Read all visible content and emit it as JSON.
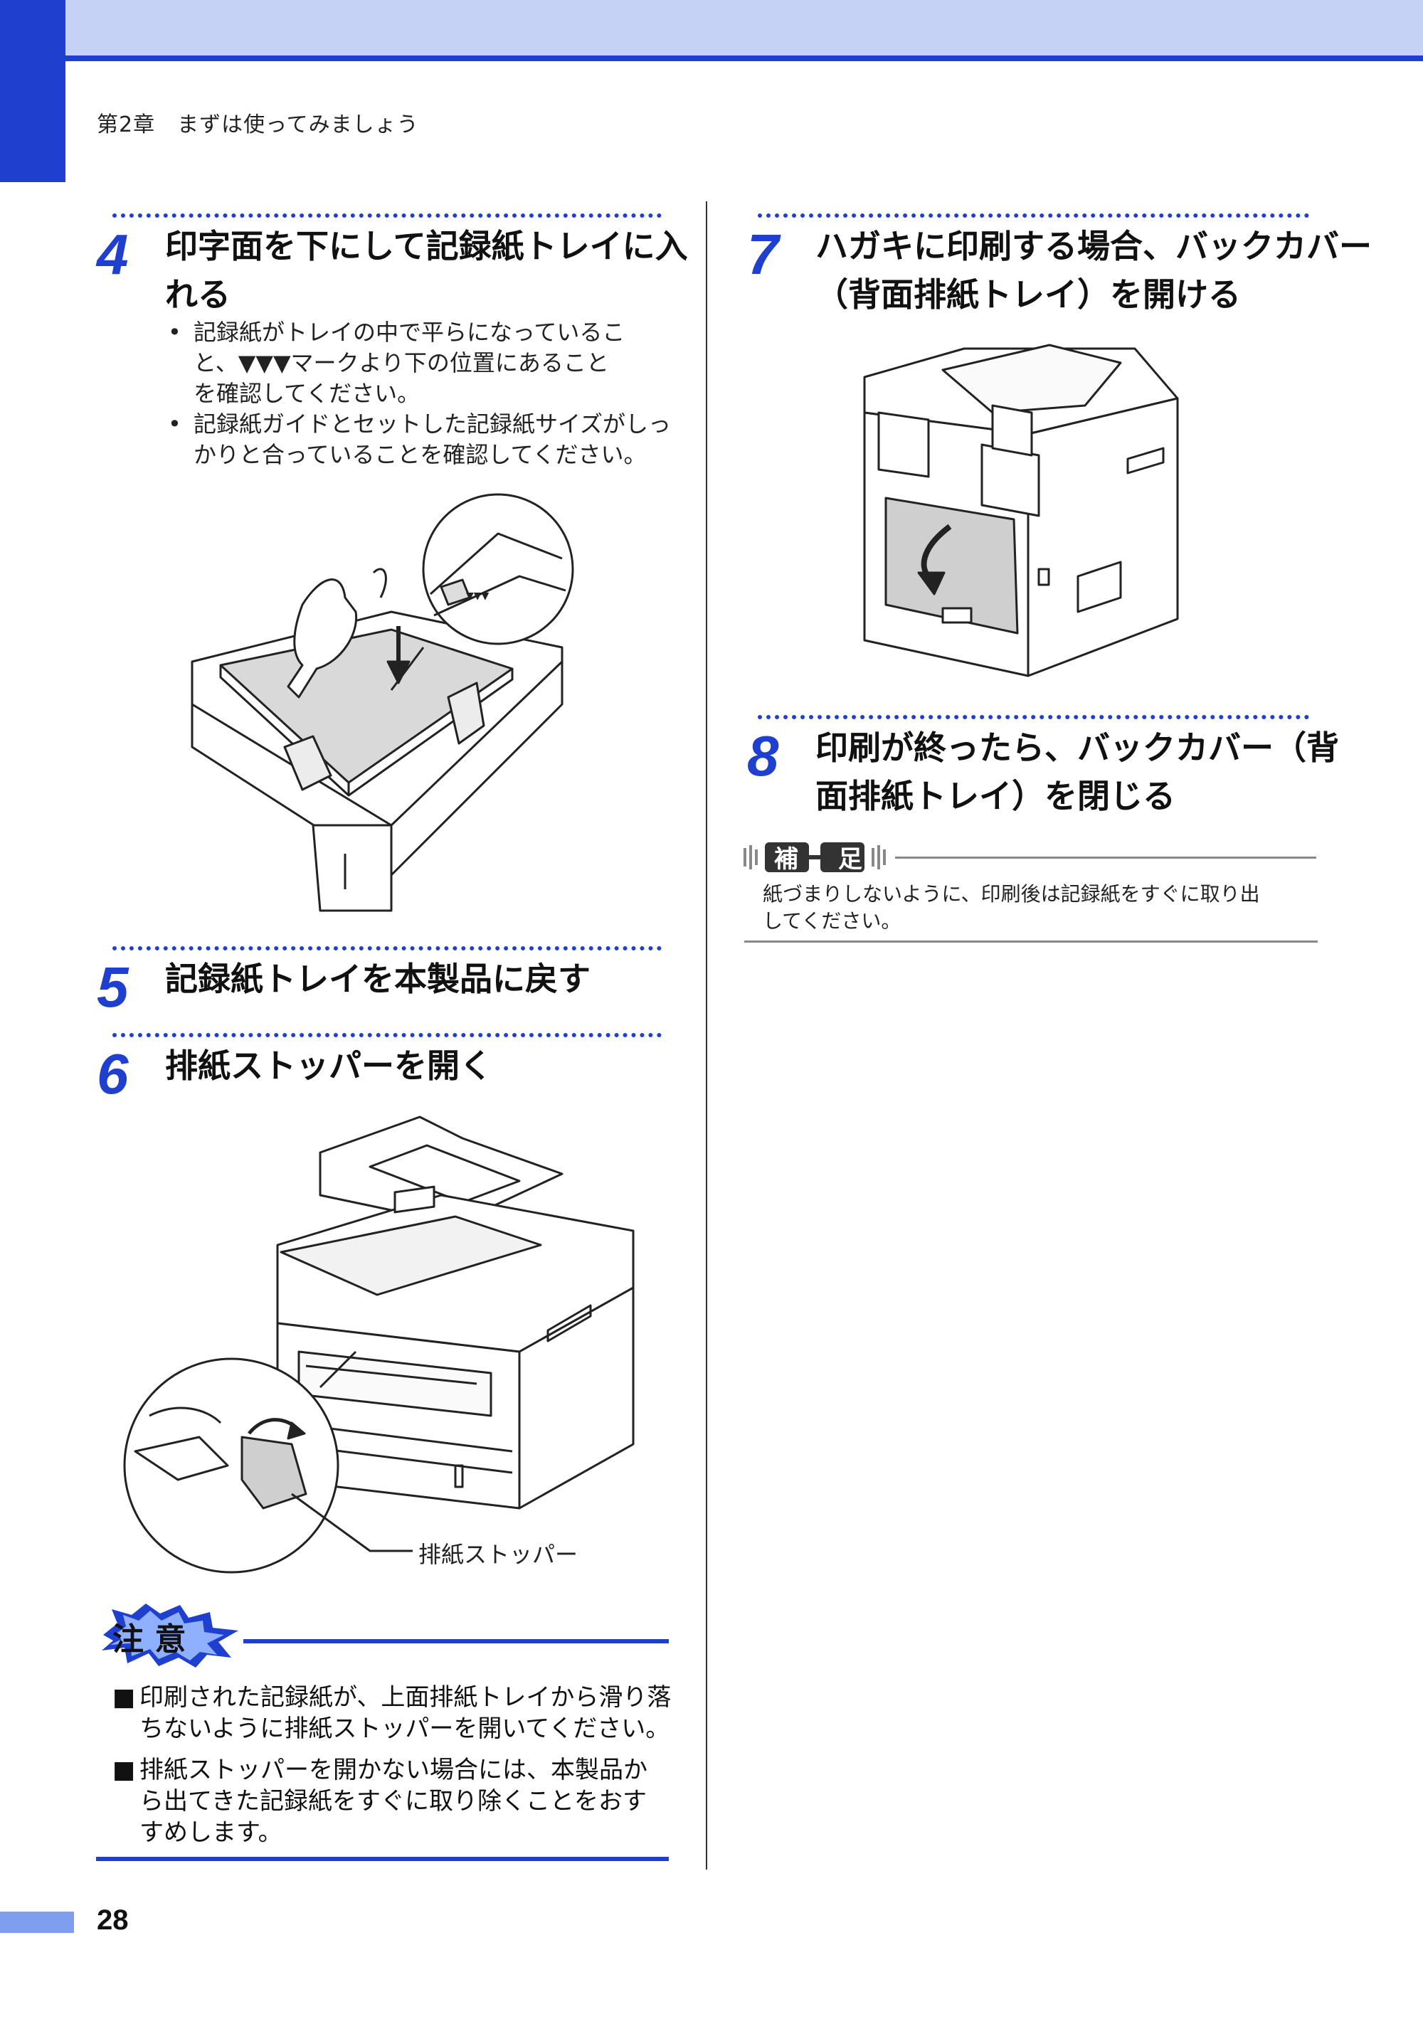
{
  "header": {
    "chapter": "第2章　まずは使ってみましょう"
  },
  "steps": {
    "s4": {
      "num": "4",
      "title_l1": "印字面を下にして記録紙トレイに入",
      "title_l2": "れる",
      "bullet1_l1": "記録紙がトレイの中で平らになっているこ",
      "bullet1_l2": "と、▼▼▼マークより下の位置にあること",
      "bullet1_l3": "を確認してください。",
      "bullet2_l1": "記録紙ガイドとセットした記録紙サイズがしっ",
      "bullet2_l2": "かりと合っていることを確認してください。"
    },
    "s5": {
      "num": "5",
      "title": "記録紙トレイを本製品に戻す"
    },
    "s6": {
      "num": "6",
      "title": "排紙ストッパーを開く",
      "callout": "排紙ストッパー"
    },
    "s7": {
      "num": "7",
      "title_l1": "ハガキに印刷する場合、バックカバー",
      "title_l2": "（背面排紙トレイ）を開ける"
    },
    "s8": {
      "num": "8",
      "title_l1": "印刷が終ったら、バックカバー（背",
      "title_l2": "面排紙トレイ）を閉じる"
    }
  },
  "caution": {
    "label": "注 意",
    "p1_l1": "印刷された記録紙が、上面排紙トレイから滑り落",
    "p1_l2": "ちないように排紙ストッパーを開いてください。",
    "p2_l1": "排紙ストッパーを開かない場合には、本製品か",
    "p2_l2": "ら出てきた記録紙をすぐに取り除くことをおす",
    "p2_l3": "すめします。",
    "square": "■"
  },
  "note": {
    "label": "補 足",
    "l1": "紙づまりしないように、印刷後は記録紙をすぐに取り出",
    "l2": "してください。"
  },
  "footer": {
    "page": "28"
  },
  "colors": {
    "accent": "#1f3fcf",
    "band": "#c5d1f5",
    "pagebar": "#7f9ef0"
  },
  "icons": {
    "arrow": "down-arrow-icon",
    "triangles": "▼▼▼"
  }
}
